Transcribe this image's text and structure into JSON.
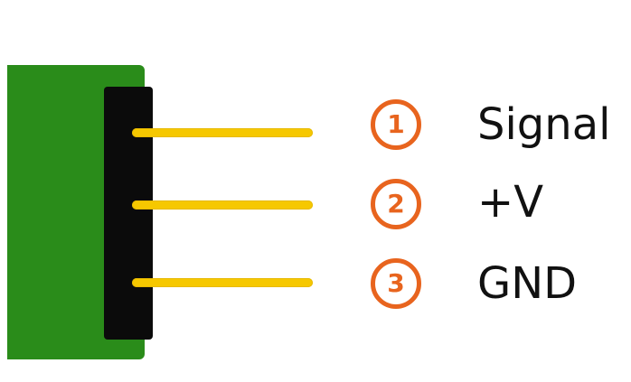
{
  "colors": {
    "board": "#2a8c1a",
    "header": "#0b0b0b",
    "pin": "#f6c800",
    "badge": "#e8641e",
    "text": "#111111"
  },
  "pins": [
    {
      "number": "1",
      "label": "Signal"
    },
    {
      "number": "2",
      "label": "+V"
    },
    {
      "number": "3",
      "label": "GND"
    }
  ]
}
